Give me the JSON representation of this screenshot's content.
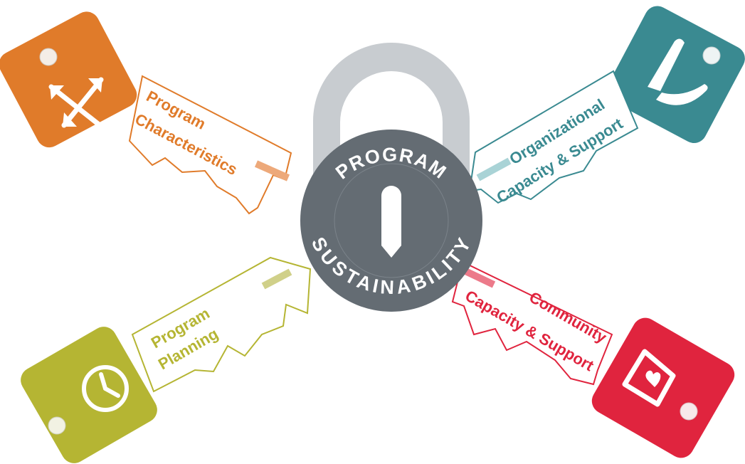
{
  "center": {
    "top_text": "PROGRAM",
    "bottom_text": "SUSTAINABILITY"
  },
  "keys": [
    {
      "id": "program-characteristics",
      "line1": "Program",
      "line2": "Characteristics",
      "icon": "arrows-icon",
      "color": "#E07B2A"
    },
    {
      "id": "organizational-capacity",
      "line1": "Organizational",
      "line2": "Capacity & Support",
      "icon": "hands-icon",
      "color": "#3A8A91"
    },
    {
      "id": "program-planning",
      "line1": "Program",
      "line2": "Planning",
      "icon": "clock-icon",
      "color": "#B5B533"
    },
    {
      "id": "community-capacity",
      "line1": "Community",
      "line2": "Capacity & Support",
      "icon": "house-heart-icon",
      "color": "#E0243E"
    }
  ],
  "colors": {
    "lock_body": "#646C73",
    "shackle": "#C8CCD0"
  }
}
